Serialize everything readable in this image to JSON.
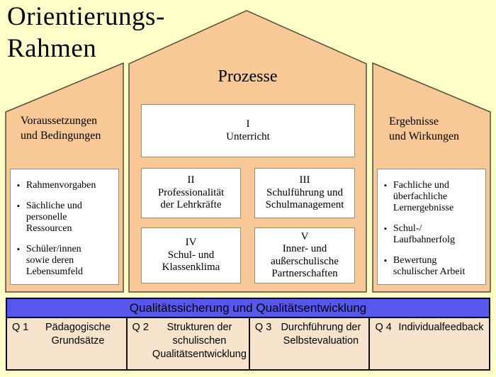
{
  "title": "Orientierungs-\nRahmen",
  "left_column": {
    "heading": "Voraussetzungen\nund Bedingungen",
    "items": [
      "Rahmenvorgaben",
      "Sächliche und\npersonelle\nRessourcen",
      "Schüler/innen\nsowie deren\nLebensumfeld"
    ]
  },
  "center": {
    "heading": "Prozesse",
    "boxes": [
      {
        "numeral": "I",
        "label": "Unterricht"
      },
      {
        "numeral": "II",
        "label": "Professionalität\nder Lehrkräfte"
      },
      {
        "numeral": "III",
        "label": "Schulführung und\nSchulmanagement"
      },
      {
        "numeral": "IV",
        "label": "Schul- und\nKlassenklima"
      },
      {
        "numeral": "V",
        "label": "Inner- und\naußerschulische\nPartnerschaften"
      }
    ]
  },
  "right_column": {
    "heading": "Ergebnisse\nund Wirkungen",
    "items": [
      "Fachliche und\nüberfachliche\nLernergebnisse",
      "Schul-/\nLaufbahnerfolg",
      "Bewertung\nschulischer Arbeit"
    ]
  },
  "quality_bar": {
    "label": "Qualitätssicherung und Qualitätsentwicklung"
  },
  "quality_row": [
    {
      "id": "Q 1",
      "text": "Pädagogische\nGrundsätze"
    },
    {
      "id": "Q 2",
      "text": "Strukturen der\nschulischen\nQualitätsentwicklung"
    },
    {
      "id": "Q 3",
      "text": "Durchführung der\nSelbstevaluation"
    },
    {
      "id": "Q 4",
      "text": "Individualfeedback"
    }
  ],
  "bullet_glyph": "▪",
  "colors": {
    "background": "#FFFFC9",
    "house_fill": "#F9C897",
    "house_stroke": "#4F4F38",
    "box_fill": "#FFFFFF",
    "box_border": "#8F8F8F",
    "bar_fill": "#5757EE",
    "cell_fill": "#F8E4CD",
    "text": "#000000"
  }
}
